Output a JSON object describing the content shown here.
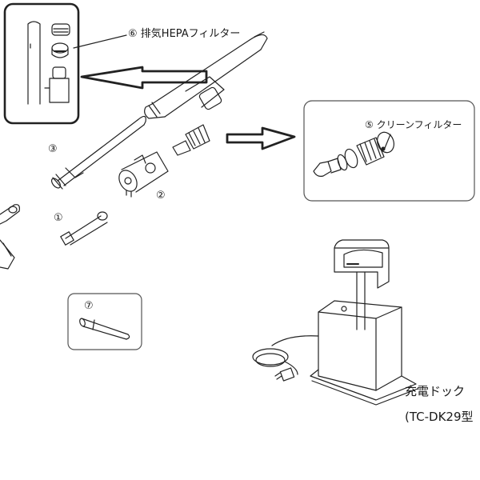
{
  "diagram": {
    "title": "Vacuum cleaner parts and charging dock",
    "parts": [
      {
        "number": "①",
        "name": ""
      },
      {
        "number": "②",
        "name": ""
      },
      {
        "number": "③",
        "name": ""
      },
      {
        "number": "⑤",
        "name": "クリーンフィルター"
      },
      {
        "number": "⑥",
        "name": "排気HEPAフィルター"
      },
      {
        "number": "⑦",
        "name": ""
      }
    ],
    "dock": {
      "name": "充電ドック",
      "model": "(TC-DK29型"
    },
    "icons": {
      "arrow_left": "left-arrow-icon",
      "arrow_right": "right-arrow-icon"
    }
  }
}
